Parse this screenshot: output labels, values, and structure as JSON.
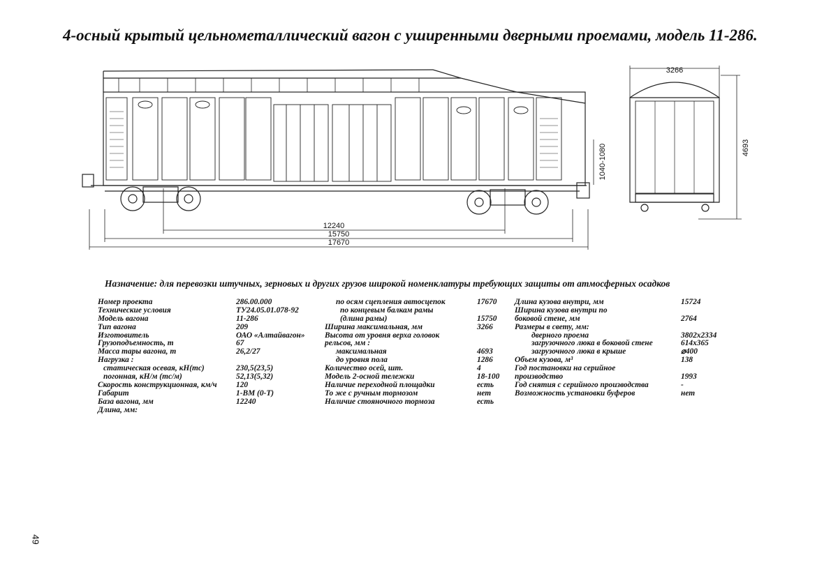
{
  "title": "4-осный крытый цельнометаллический вагон с уширенными дверными проемами, модель 11-286.",
  "dimensions": {
    "base": "12240",
    "frame_length": "15750",
    "coupling_length": "17670",
    "width": "3266",
    "height": "4693",
    "floor_height": "1040-1080"
  },
  "purpose": "Назначение: для перевозки штучных, зерновых и других грузов широкой номенклатуры требующих защиты  от атмосферных осадков",
  "col1": [
    {
      "label": "Номер проекта",
      "value": "286.00.000"
    },
    {
      "label": "Технические условия",
      "value": "ТУ24.05.01.078-92"
    },
    {
      "label": "Модель вагона",
      "value": "11-286"
    },
    {
      "label": "Тип вагона",
      "value": "209"
    },
    {
      "label": "Изготовитель",
      "value": "ОАО «Алтайвагон»"
    },
    {
      "label": "Грузоподъемность, т",
      "value": "67"
    },
    {
      "label": "Масса тары вагона, т",
      "value": "26,2/27"
    },
    {
      "label": "Нагрузка :",
      "value": ""
    },
    {
      "label": "статическая осевая, кН(тс)",
      "value": "230,5(23,5)"
    },
    {
      "label": "погонная, кН/м (тс/м)",
      "value": "52,13(5,32)"
    },
    {
      "label": "Скорость конструкционная, км/ч",
      "value": "120"
    },
    {
      "label": "Габарит",
      "value": "1-ВМ (0-Т)"
    },
    {
      "label": "База вагона, мм",
      "value": "12240"
    },
    {
      "label": "Длина, мм:",
      "value": ""
    }
  ],
  "col2": [
    {
      "label": "по осям сцепления автосцепок",
      "value": "17670"
    },
    {
      "label": "по концевым балкам рамы",
      "value": ""
    },
    {
      "label": "(длина рамы)",
      "value": "15750"
    },
    {
      "label": "Ширина максимальная, мм",
      "value": "3266"
    },
    {
      "label": "Высота от уровня верха головок",
      "value": ""
    },
    {
      "label": "рельсов, мм :",
      "value": ""
    },
    {
      "label": "максимальная",
      "value": "4693"
    },
    {
      "label": "до уровня пола",
      "value": "1286"
    },
    {
      "label": "Количество осей, шт.",
      "value": "4"
    },
    {
      "label": "Модель 2-осной тележки",
      "value": "18-100"
    },
    {
      "label": "Наличие переходной площадки",
      "value": "есть"
    },
    {
      "label": "То же с ручным тормозом",
      "value": "нет"
    },
    {
      "label": "Наличие стояночного тормоза",
      "value": "есть"
    }
  ],
  "col3": [
    {
      "label": "Длина кузова внутри, мм",
      "value": "15724"
    },
    {
      "label": "Ширина кузова внутри по",
      "value": ""
    },
    {
      "label": "боковой стене, мм",
      "value": "2764"
    },
    {
      "label": "Размеры в свету, мм:",
      "value": ""
    },
    {
      "label": "дверного проема",
      "value": "3802x2334"
    },
    {
      "label": "загрузочного люка в боковой стене",
      "value": "614x365"
    },
    {
      "label": "загрузочного люка в крыше",
      "value": "⌀400"
    },
    {
      "label": "Объем кузова, м³",
      "value": "138"
    },
    {
      "label": "Год постановки на серийное",
      "value": ""
    },
    {
      "label": "производство",
      "value": "1993"
    },
    {
      "label": "Год снятия с серийного производства",
      "value": "-"
    },
    {
      "label": "Возможность установки буферов",
      "value": "нет"
    }
  ],
  "page_number": "49"
}
